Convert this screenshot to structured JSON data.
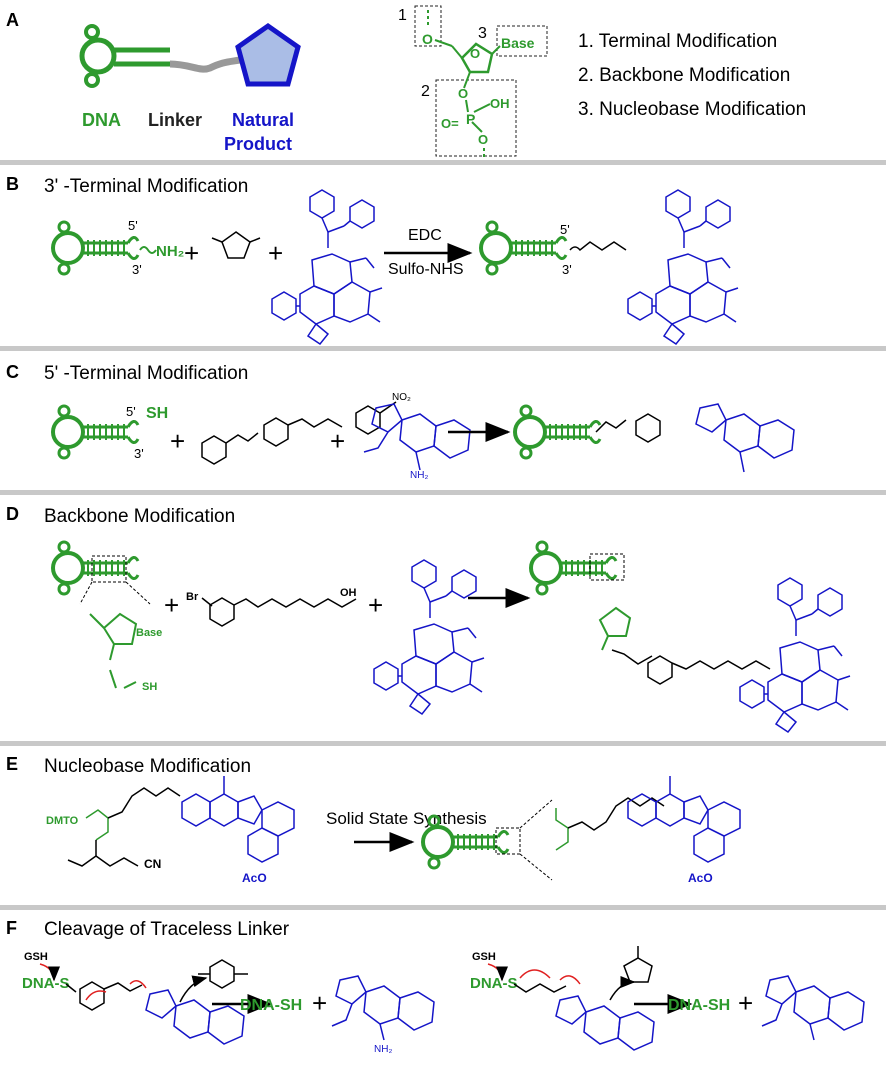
{
  "panel_a": {
    "letter": "A",
    "dna": "DNA",
    "linker": "Linker",
    "natural": "Natural",
    "product": "Product",
    "num1": "1",
    "num2": "2",
    "num3": "3",
    "o_atom": "O",
    "ring_o": "O",
    "base": "Base",
    "p_atom": "P",
    "oh": "OH",
    "o_eq": "O=",
    "o_bottom": "O",
    "list": [
      "1. Terminal Modification",
      "2. Backbone Modification",
      "3. Nucleobase Modification"
    ]
  },
  "panel_b": {
    "letter": "B",
    "title": "3' -Terminal Modification",
    "five": "5'",
    "three": "3'",
    "nh2": "NH₂",
    "plus": "+",
    "reagent1": "EDC",
    "reagent2": "Sulfo-NHS",
    "five_p": "5'",
    "three_p": "3'"
  },
  "panel_c": {
    "letter": "C",
    "title": "5' -Terminal Modification",
    "five": "5'",
    "sh": "SH",
    "three": "3'",
    "plus": "+",
    "no2": "NO₂",
    "nh2": "NH₂"
  },
  "panel_d": {
    "letter": "D",
    "title": "Backbone Modification",
    "base": "Base",
    "sh": "SH",
    "br": "Br",
    "oh": "OH",
    "plus": "+"
  },
  "panel_e": {
    "letter": "E",
    "title": "Nucleobase Modification",
    "dmto": "DMTO",
    "cn": "CN",
    "aco": "AcO",
    "arrow_label": "Solid  State  Synthesis",
    "aco_p": "AcO"
  },
  "panel_f": {
    "letter": "F",
    "title": "Cleavage of Traceless Linker",
    "gsh": "GSH",
    "dna_s": "DNA-S",
    "dna_sh": "DNA-SH",
    "plus": "+",
    "nh2": "NH₂",
    "gsh2": "GSH",
    "dna_s2": "DNA-S",
    "dna_sh2": "DNA-SH",
    "plus2": "+"
  },
  "colors": {
    "green": "#2e9a2e",
    "blue": "#1515c8",
    "red": "#e02020",
    "divider": "#c8c8c8",
    "pent_fill": "#aabde6"
  }
}
